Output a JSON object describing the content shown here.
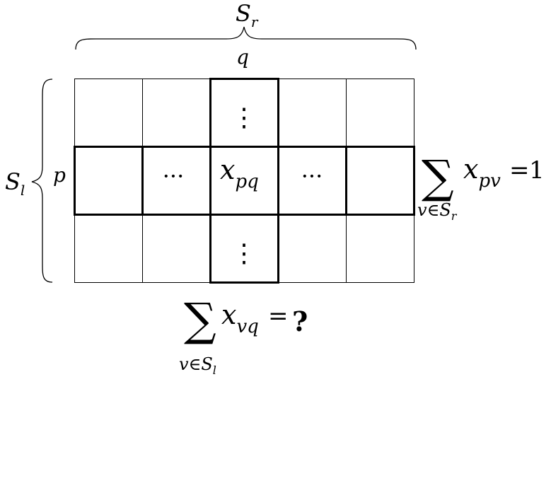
{
  "labels": {
    "top_set": {
      "base": "S",
      "sub": "r"
    },
    "left_set": {
      "base": "S",
      "sub": "l"
    },
    "column_label": "q",
    "row_label": "p",
    "cell_center": {
      "base": "x",
      "sub": "pq"
    },
    "horizontal_dots": "···",
    "vertical_dots": "⋮"
  },
  "row_sum": {
    "sigma": "∑",
    "term": {
      "base": "x",
      "sub": "pv"
    },
    "equals": "=",
    "rhs": "1",
    "index": {
      "var": "v",
      "in": "∈",
      "set": "S",
      "set_sub": "r"
    }
  },
  "column_sum": {
    "sigma": "∑",
    "term": {
      "base": "x",
      "sub": "vq"
    },
    "equals": "=",
    "rhs": "?",
    "index": {
      "var": "v",
      "in": "∈",
      "set": "S",
      "set_sub": "l"
    }
  },
  "colors": {
    "line": "#000000",
    "background": "#ffffff"
  }
}
